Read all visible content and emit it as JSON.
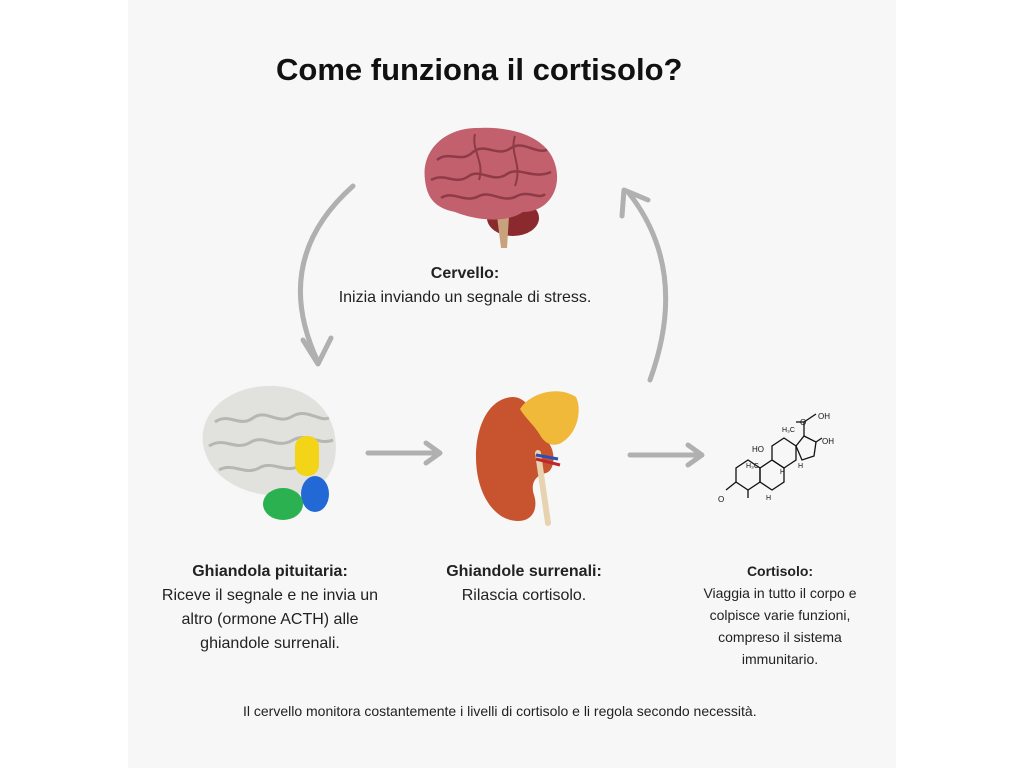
{
  "title": "Come funziona il cortisolo?",
  "steps": {
    "brain": {
      "heading": "Cervello:",
      "text": "Inizia inviando un segnale di stress.",
      "icon": "brain-icon"
    },
    "pituitary": {
      "heading": "Ghiandola pituitaria:",
      "text": "Riceve il segnale e ne invia un altro (ormone ACTH) alle ghiandole surrenali.",
      "icon": "pituitary-gland-icon"
    },
    "adrenal": {
      "heading": "Ghiandole surrenali:",
      "text": "Rilascia cortisolo.",
      "icon": "kidney-adrenal-icon"
    },
    "cortisol": {
      "heading": "Cortisolo:",
      "text": "Viaggia in tutto il corpo e colpisce varie funzioni, compreso il sistema immunitario.",
      "icon": "cortisol-molecule-icon"
    }
  },
  "molecule_labels": {
    "oh_top": "OH",
    "oh_side": "OH",
    "ho": "HO",
    "h3c_a": "H₃C",
    "h3c_b": "H₃C",
    "h1": "H",
    "h2": "H",
    "h3": "H",
    "o_ring": "O",
    "o_keto": "O"
  },
  "footer": "Il cervello monitora costantemente i livelli di cortisolo e li regola secondo necessità.",
  "colors": {
    "background": "#f7f7f7",
    "arrow": "#b0b0b0",
    "brain": "#c2606e",
    "kidney": "#c8532f",
    "adrenal": "#f0b93a"
  }
}
